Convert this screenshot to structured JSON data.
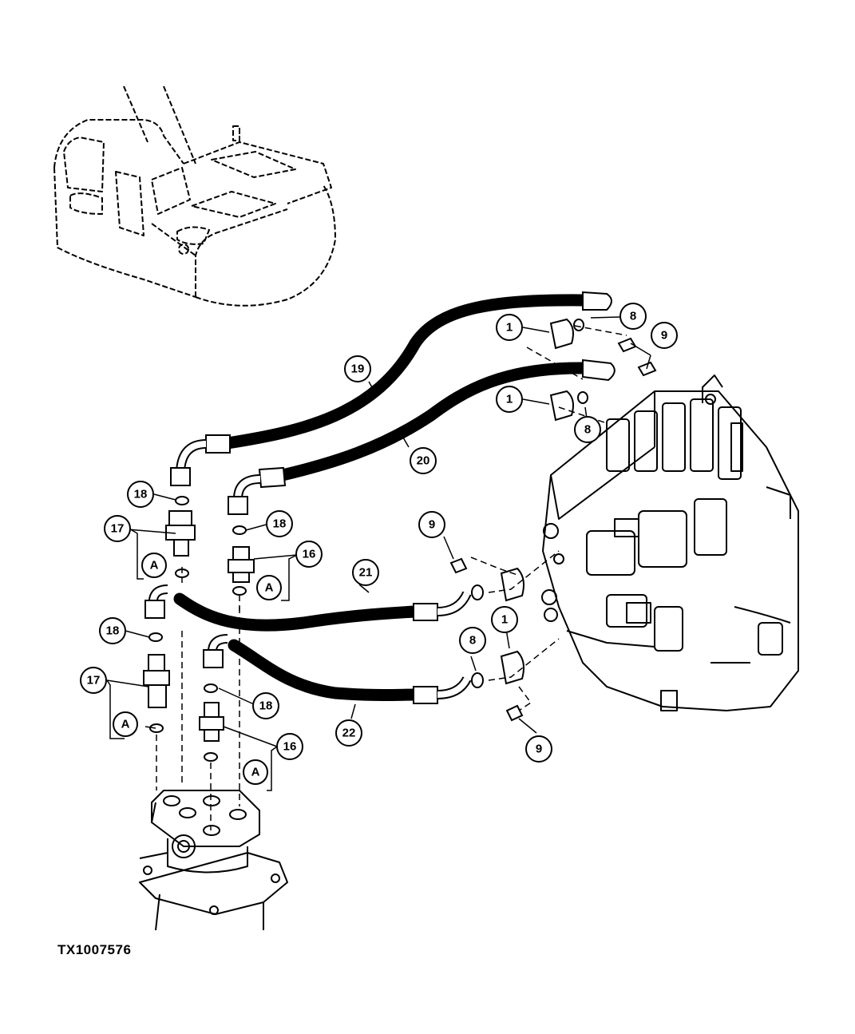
{
  "figure_code": "TX1007576",
  "callouts": {
    "c1a": "1",
    "c8a": "8",
    "c9a": "9",
    "c19": "19",
    "c1b": "1",
    "c8b": "8",
    "c20": "20",
    "c18a": "18",
    "c18b": "18",
    "c17a": "17",
    "cAa": "A",
    "c16a": "16",
    "cAb": "A",
    "c9b": "9",
    "c21": "21",
    "c18c": "18",
    "c8c": "8",
    "c1c": "1",
    "c17b": "17",
    "cAc": "A",
    "c18d": "18",
    "c22": "22",
    "c16b": "16",
    "cAd": "A",
    "c9c": "9"
  }
}
